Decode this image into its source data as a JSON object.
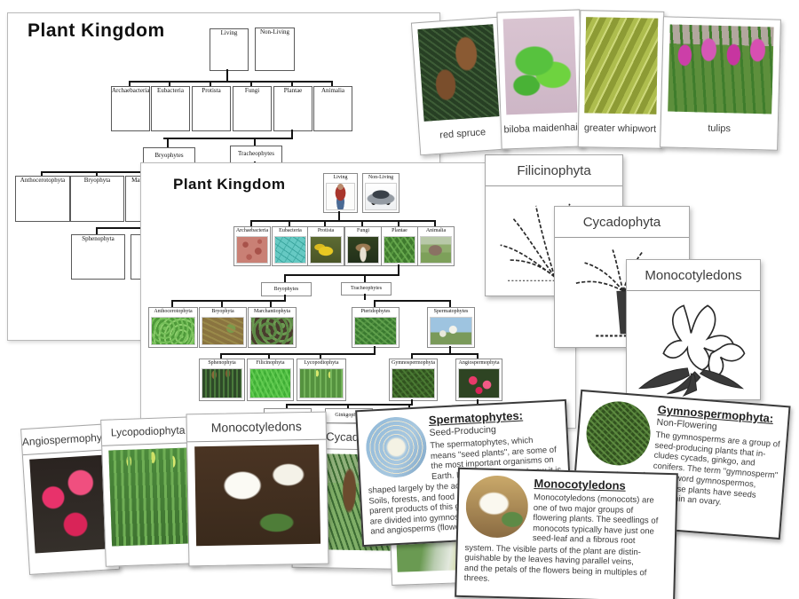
{
  "back_chart": {
    "title": "Plant Kingdom",
    "level1": [
      "Living",
      "Non-Living"
    ],
    "kingdoms": [
      "Archaebacteria",
      "Eubacteria",
      "Protista",
      "Fungi",
      "Plantae",
      "Animalia"
    ],
    "divisions": [
      "Bryophytes",
      "Tracheophytes"
    ],
    "phyla": [
      "Anthocerotophyta",
      "Bryophyta",
      "Marchantiophyta"
    ],
    "classes": [
      "Sphenophyta"
    ]
  },
  "color_chart": {
    "title": "Plant Kingdom",
    "level1": [
      "Living",
      "Non-Living"
    ],
    "kingdoms": [
      "Archaebacteria",
      "Eubacteria",
      "Protista",
      "Fungi",
      "Plantae",
      "Animalia"
    ],
    "divisions": [
      "Bryophytes",
      "Tracheophytes"
    ],
    "phyla": [
      "Anthocerotophyta",
      "Bryophyta",
      "Marchantiophyta",
      "Pteridophytes",
      "Spermatophytes"
    ],
    "classes": [
      "Sphenophyta",
      "Filicinophyta",
      "Lycopodiophyta",
      "Gymnospermophyta",
      "Angiospermophyta"
    ],
    "orders": [
      "Cycadophyta",
      "Ginkgophyta"
    ]
  },
  "top_cards": [
    {
      "label": "red spruce",
      "photo": "pine cones on spruce"
    },
    {
      "label": "biloba maidenhair",
      "photo": "green ginkgo leaves"
    },
    {
      "label": "greater whipwort",
      "photo": "yellow-green whipwort moss"
    },
    {
      "label": "tulips",
      "photo": "magenta tulips"
    }
  ],
  "illustration_cards": [
    {
      "title": "Filicinophyta",
      "illustration": "fern line drawing"
    },
    {
      "title": "Cycadophyta",
      "illustration": "cycad tree line drawing"
    },
    {
      "title": "Monocotyledons",
      "illustration": "lily flowers line drawing"
    }
  ],
  "bottom_cards": [
    {
      "title": "Angiospermophyta",
      "photo": "pink camellia flowers"
    },
    {
      "title": "Lycopodiophyta",
      "photo": "green clubmoss"
    },
    {
      "title": "Monocotyledons",
      "photo": "white lily flowers"
    },
    {
      "title": "Cycadophyta",
      "photo": "cycad in garden"
    }
  ],
  "text_cards": {
    "spermatophytes": {
      "title": "Spermatophytes:",
      "subtitle": "Seed-Producing",
      "lines_indented": [
        "The spermatophytes, which",
        "means \"seed plants\", are some of",
        "the most important organisms on",
        "Earth. Life on land as we know it is"
      ],
      "lines_full": [
        "shaped largely by the activities of",
        "Soils, forests, and food are ap-",
        "parent products of this group.",
        "are divided into gymnosperms",
        "and angiosperms (flowering"
      ]
    },
    "gymnospermophyta": {
      "title": "Gymnospermophyta:",
      "subtitle": "Non-Flowering",
      "lines_indented": [
        "The gymnosperms are a group of",
        "seed-producing plants that in-",
        "cludes cycads, ginkgo, and",
        "conifers. The term \"gymnosperm\""
      ],
      "lines_full": [
        "comes from the word gymnospermos,",
        "meaning that these plants have seeds",
        "not enclosed within an ovary."
      ]
    },
    "monocotyledons": {
      "title": "Monocotyledons",
      "lines_indented": [
        "Monocotyledons (monocots) are",
        "one of two major groups of",
        "flowering plants. The seedlings of",
        "monocots typically have just one",
        "seed-leaf and a fibrous root"
      ],
      "lines_full": [
        "system. The visible parts of the plant are distin-",
        "guishable by the leaves having parallel veins,",
        "and the petals of the flowers being in multiples of",
        "threes."
      ]
    }
  }
}
